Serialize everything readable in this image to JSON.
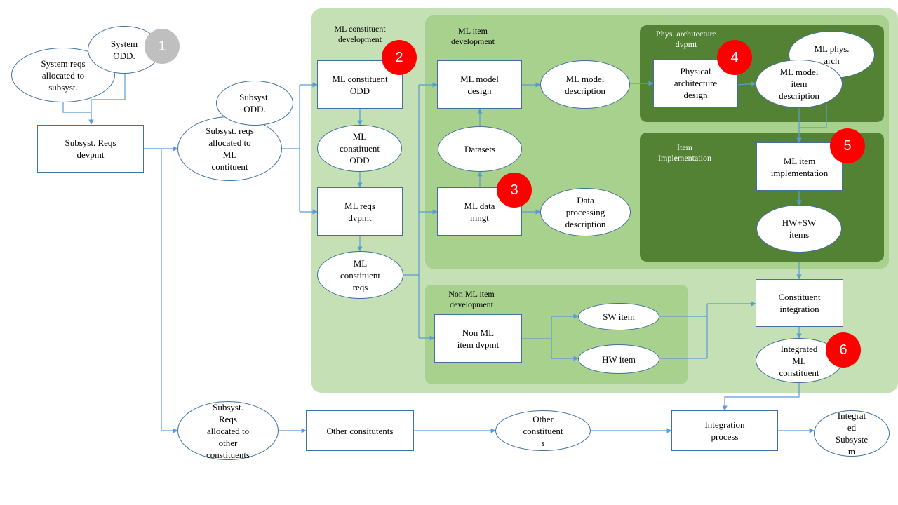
{
  "colors": {
    "region_light": "#c5e0b4",
    "region_mid": "#a9d18e",
    "region_dark": "#548235",
    "line": "#5b9bd5",
    "badge_red": "#ff0000",
    "badge_grey": "#bfbfbf"
  },
  "regions": {
    "ml_constituent_dev": "ML constituent\ndevelopment",
    "ml_item_dev": "ML item\ndevelopment",
    "phys_arch_dvpmt": "Phys.  architecture\ndvpmt",
    "item_implementation": "Item\nImplementation",
    "non_ml_item_dev": "Non ML item\ndevelopment"
  },
  "nodes": {
    "system_odd": "System\nODD.",
    "system_reqs": "System reqs\nallocated to\nsubsyst.",
    "subsyst_reqs_devpmt": "Subsyst. Reqs\ndevpmt",
    "subsyst_odd": "Subsyst.\nODD.",
    "subsyst_reqs_ml": "Subsyst. reqs\nallocated to\nML\ncontituent",
    "ml_constituent_odd_box": "ML constituent\nODD",
    "ml_constituent_odd_ell": "ML\nconstituent\nODD",
    "ml_reqs_dvpmt": "ML reqs\ndvpmt",
    "ml_constituent_reqs": "ML\nconstituent\nreqs",
    "ml_model_design": "ML model\ndesign",
    "ml_model_description": "ML model\ndescription",
    "datasets": "Datasets",
    "ml_data_mngt": "ML data\nmngt",
    "data_processing_description": "Data\nprocessing\ndescription",
    "physical_architecture_design": "Physical\narchitecture\ndesign",
    "ml_phys_arch": "ML phys.\narch",
    "ml_model_item_description": "ML model\nitem\ndescription",
    "ml_item_implementation": "ML item\nimplementation",
    "hw_sw_items": "HW+SW\nitems",
    "non_ml_item_dvpmt": "Non ML\nitem dvpmt",
    "sw_item": "SW item",
    "hw_item": "HW item",
    "constituent_integration": "Constituent\nintegration",
    "integrated_ml_constituent": "Integrated\nML\nconstituent",
    "subsyst_reqs_other": "Subsyst.\nReqs\nallocated to\nother\nconstituents",
    "other_constituents_box": "Other consitutents",
    "other_constituents_ell": "Other\nconstituent\ns",
    "integration_process": "Integration\nprocess",
    "integrated_subsystem": "Integrat\ned\nSubsyste\nm"
  },
  "badges": [
    "1",
    "2",
    "3",
    "4",
    "5",
    "6"
  ]
}
